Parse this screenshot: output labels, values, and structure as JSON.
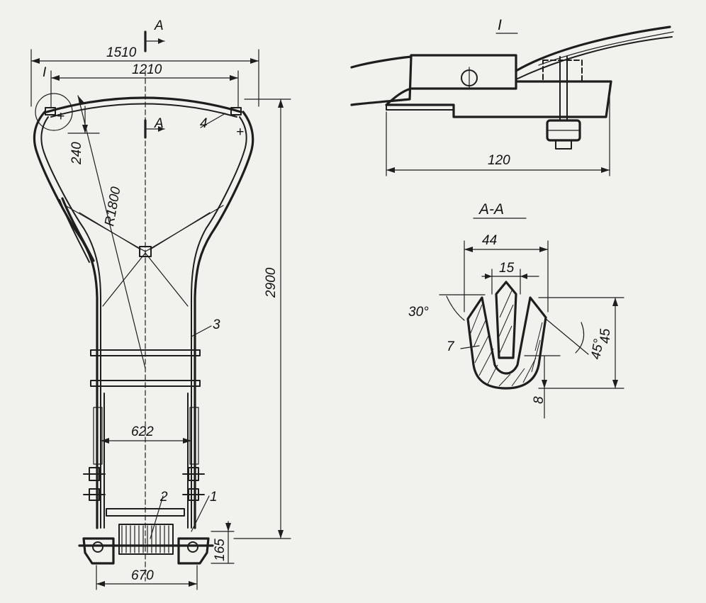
{
  "labels": {
    "dim_1510": "1510",
    "dim_1210": "1210",
    "dim_240": "240",
    "dim_r1800": "R1800",
    "dim_2900": "2900",
    "dim_622": "622",
    "dim_670": "670",
    "dim_165": "165",
    "dim_120": "120",
    "dim_44": "44",
    "dim_15": "15",
    "dim_45": "45",
    "dim_8": "8",
    "angle_30": "30°",
    "angle_45": "45°",
    "item_1": "1",
    "item_2": "2",
    "item_3": "3",
    "item_4": "4",
    "item_7": "7",
    "section_a_top": "A",
    "section_a_mid": "A",
    "detail_i_left": "I",
    "detail_i_title": "I",
    "section_aa_title": "A-A"
  },
  "colors": {
    "paper": "#f1f1ee",
    "ink": "#1e1e1e"
  }
}
